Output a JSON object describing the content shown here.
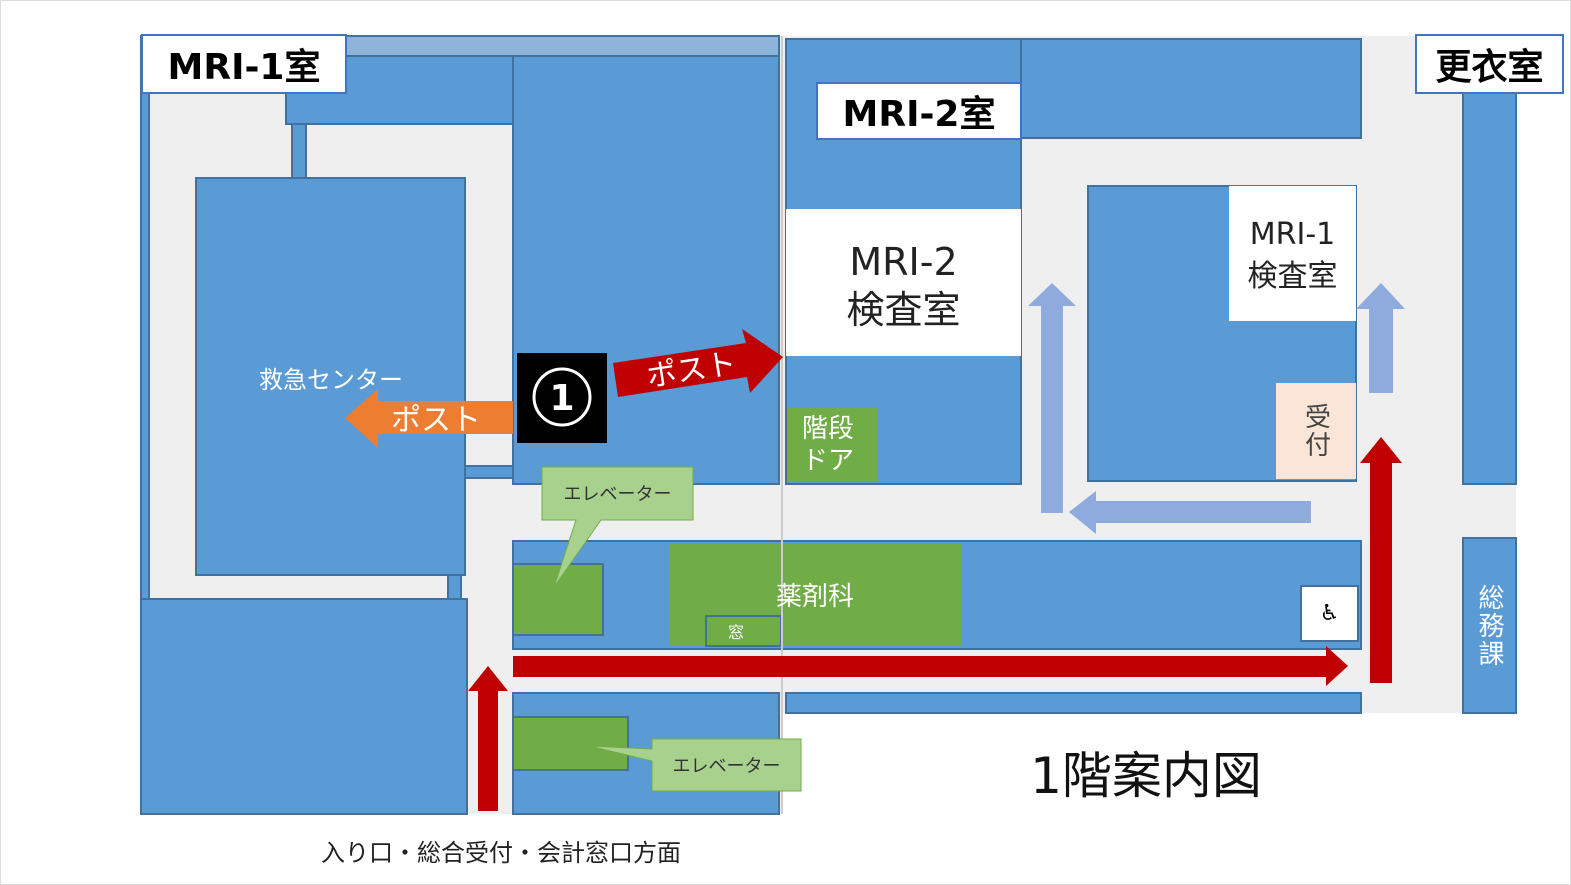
{
  "labels": {
    "mri1_room": "MRI-1室",
    "mri2_room": "MRI-2室",
    "changing_room": "更衣室",
    "emergency_center": "救急センター",
    "mri2_exam_line1": "MRI-2",
    "mri2_exam_line2": "検査室",
    "mri1_exam_line1": "MRI-1",
    "mri1_exam_line2": "検査室",
    "stairs_line1": "階段",
    "stairs_line2": "ドア",
    "reception": "受付",
    "pharmacy": "薬剤科",
    "pharmacy_window": "窓",
    "general_affairs": "総務課",
    "elevator_top": "エレベーター",
    "elevator_bottom": "エレベーター",
    "post_left": "ポスト",
    "post_right": "ポスト",
    "marker": "①",
    "floor_title": "1階案内図",
    "entrance_caption": "入り口・総合受付・会計窓口方面"
  },
  "colors": {
    "room": "#5b9bd5",
    "room_border": "#41719c",
    "corridor": "#efefef",
    "green": "#70ad47",
    "route_red": "#c00000",
    "post_orange": "#ed7d31",
    "route_lightblue": "#8faadc",
    "reception_bg": "#fbe5d6"
  }
}
